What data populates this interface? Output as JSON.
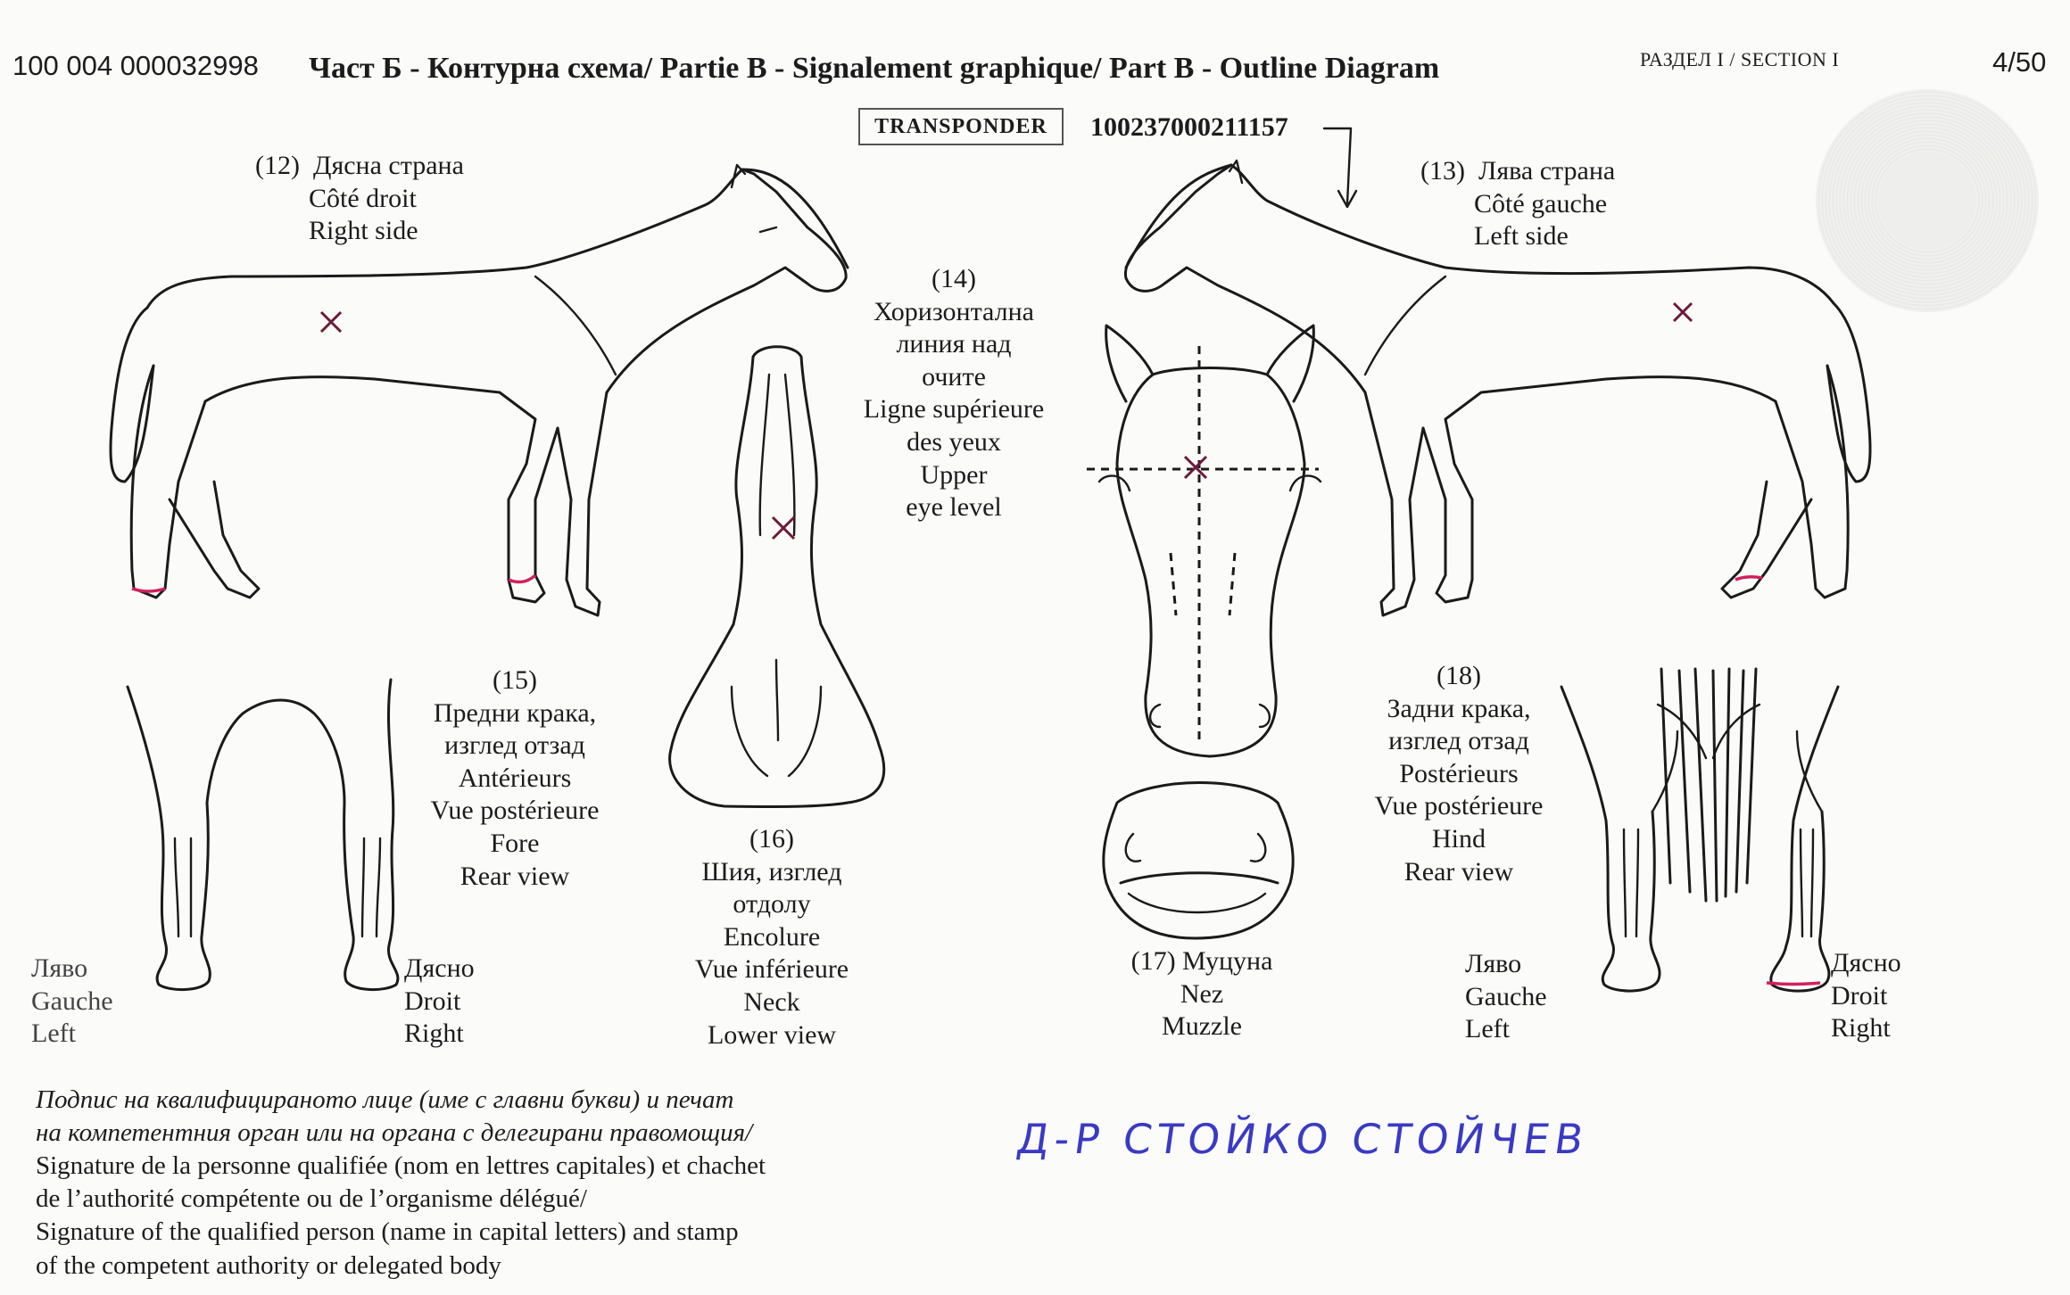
{
  "header": {
    "doc_number": "100 004 000032998",
    "title": "Част Б - Контурна схема/ Partie B - Signalement graphique/ Part B - Outline Diagram",
    "section": "РАЗДЕЛ I / SECTION I",
    "page": "4/50"
  },
  "transponder": {
    "label": "TRANSPONDER",
    "number": "100237000211157"
  },
  "views": {
    "right_side": "(12)  Дясна страна\n        Côté droit\n        Right side",
    "left_side": "(13)  Лява страна\n        Côté gauche\n        Left side",
    "upper_eye_level": "(14)\nХоризонтална\nлиния над\nочите\nLigne supérieure\ndes yeux\nUpper\neye level",
    "fore_rear": "(15)\nПредни крака,\nизглед отзад\nAntérieurs\nVue postérieure\nFore\nRear view",
    "neck_lower": "(16)\nШия, изглед\nотдолу\nEncolure\nVue inférieure\nNeck\nLower view",
    "muzzle": "(17) Муцуна\nNez\nMuzzle",
    "hind_rear": "(18)\nЗадни крака,\nизглед отзад\nPostérieurs\nVue postérieure\nHind\nRear view",
    "fore_left": "Ляво\nGauche\nLeft",
    "fore_right": "Дясно\nDroit\nRight",
    "hind_left": "Ляво\nGauche\nLeft",
    "hind_right": "Дясно\nDroit\nRight"
  },
  "signature": {
    "line1": "Подпис на квалифицираното лице (име с главни букви) и печат",
    "line2": "на компетентния орган или на органа с делегирани правомощия/",
    "line3": "Signature de la personne qualifiée (nom en lettres capitales) et chachet",
    "line4": "de l’authorité compétente ou de l’organisme délégué/",
    "line5": "Signature of the qualified person (name in capital letters) and stamp",
    "line6": "of the competent authority or delegated body",
    "handwritten": "Д-Р СТОЙКО СТОЙЧЕВ"
  },
  "colors": {
    "marking_x": "#6b1a3a",
    "marking_pink": "#d0205e",
    "handwriting": "#3a3ac4"
  }
}
